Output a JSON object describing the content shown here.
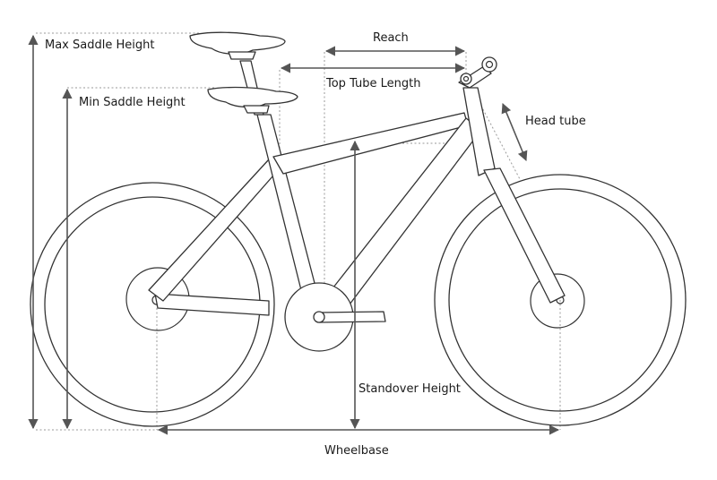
{
  "labels": {
    "max_saddle_height": "Max Saddle Height",
    "min_saddle_height": "Min Saddle Height",
    "reach": "Reach",
    "top_tube_length": "Top Tube Length",
    "head_tube": "Head tube",
    "standover_height": "Standover Height",
    "wheelbase": "Wheelbase"
  },
  "colors": {
    "line": "#333333",
    "dimension": "#555555",
    "guide": "#9a9a9a",
    "text": "#1a1a1a"
  }
}
